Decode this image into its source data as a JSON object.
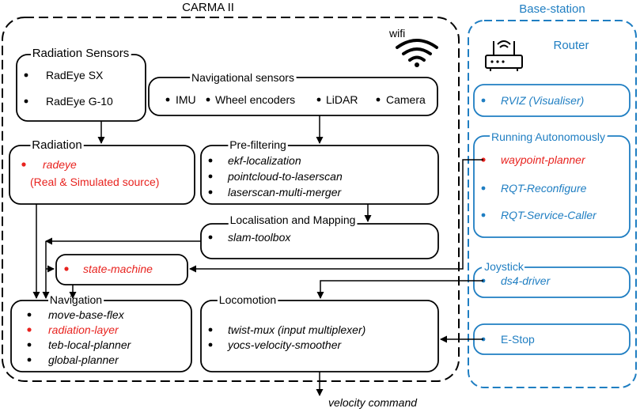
{
  "titles": {
    "carma": "CARMA II",
    "wifi": "wifi",
    "base_station": "Base-station",
    "router": "Router"
  },
  "boxes": {
    "radiation_sensors": {
      "title": "Radiation Sensors",
      "items": [
        "RadEye SX",
        "RadEye G-10"
      ]
    },
    "navigational_sensors": {
      "title": "Navigational sensors",
      "items": [
        "IMU",
        "Wheel encoders",
        "LiDAR",
        "Camera"
      ]
    },
    "radiation": {
      "title": "Radiation",
      "item1": "radeye",
      "item2": "(Real & Simulated source)"
    },
    "pre_filtering": {
      "title": "Pre-filtering",
      "items": [
        "ekf-localization",
        "pointcloud-to-laserscan",
        "laserscan-multi-merger"
      ]
    },
    "localisation": {
      "title": "Localisation and Mapping",
      "items": [
        "slam-toolbox"
      ]
    },
    "state_machine": {
      "item": "state-machine"
    },
    "navigation": {
      "title": "Navigation",
      "items": [
        "move-base-flex",
        "radiation-layer",
        "teb-local-planner",
        "global-planner"
      ]
    },
    "locomotion": {
      "title": "Locomotion",
      "items": [
        "twist-mux (input multiplexer)",
        "yocs-velocity-smoother"
      ]
    },
    "rviz": {
      "item": "RVIZ (Visualiser)"
    },
    "running_autonomously": {
      "title": "Running Autonomously",
      "items": [
        "waypoint-planner",
        "RQT-Reconfigure",
        "RQT-Service-Caller"
      ]
    },
    "joystick": {
      "title": "Joystick",
      "items": [
        "ds4-driver"
      ]
    },
    "estop": {
      "item": "E-Stop"
    }
  },
  "output_label": "velocity command",
  "colors": {
    "blue": "#1f7ec2",
    "red": "#e8231f",
    "black": "#000000"
  },
  "icons": [
    "wifi-icon",
    "router-icon"
  ]
}
